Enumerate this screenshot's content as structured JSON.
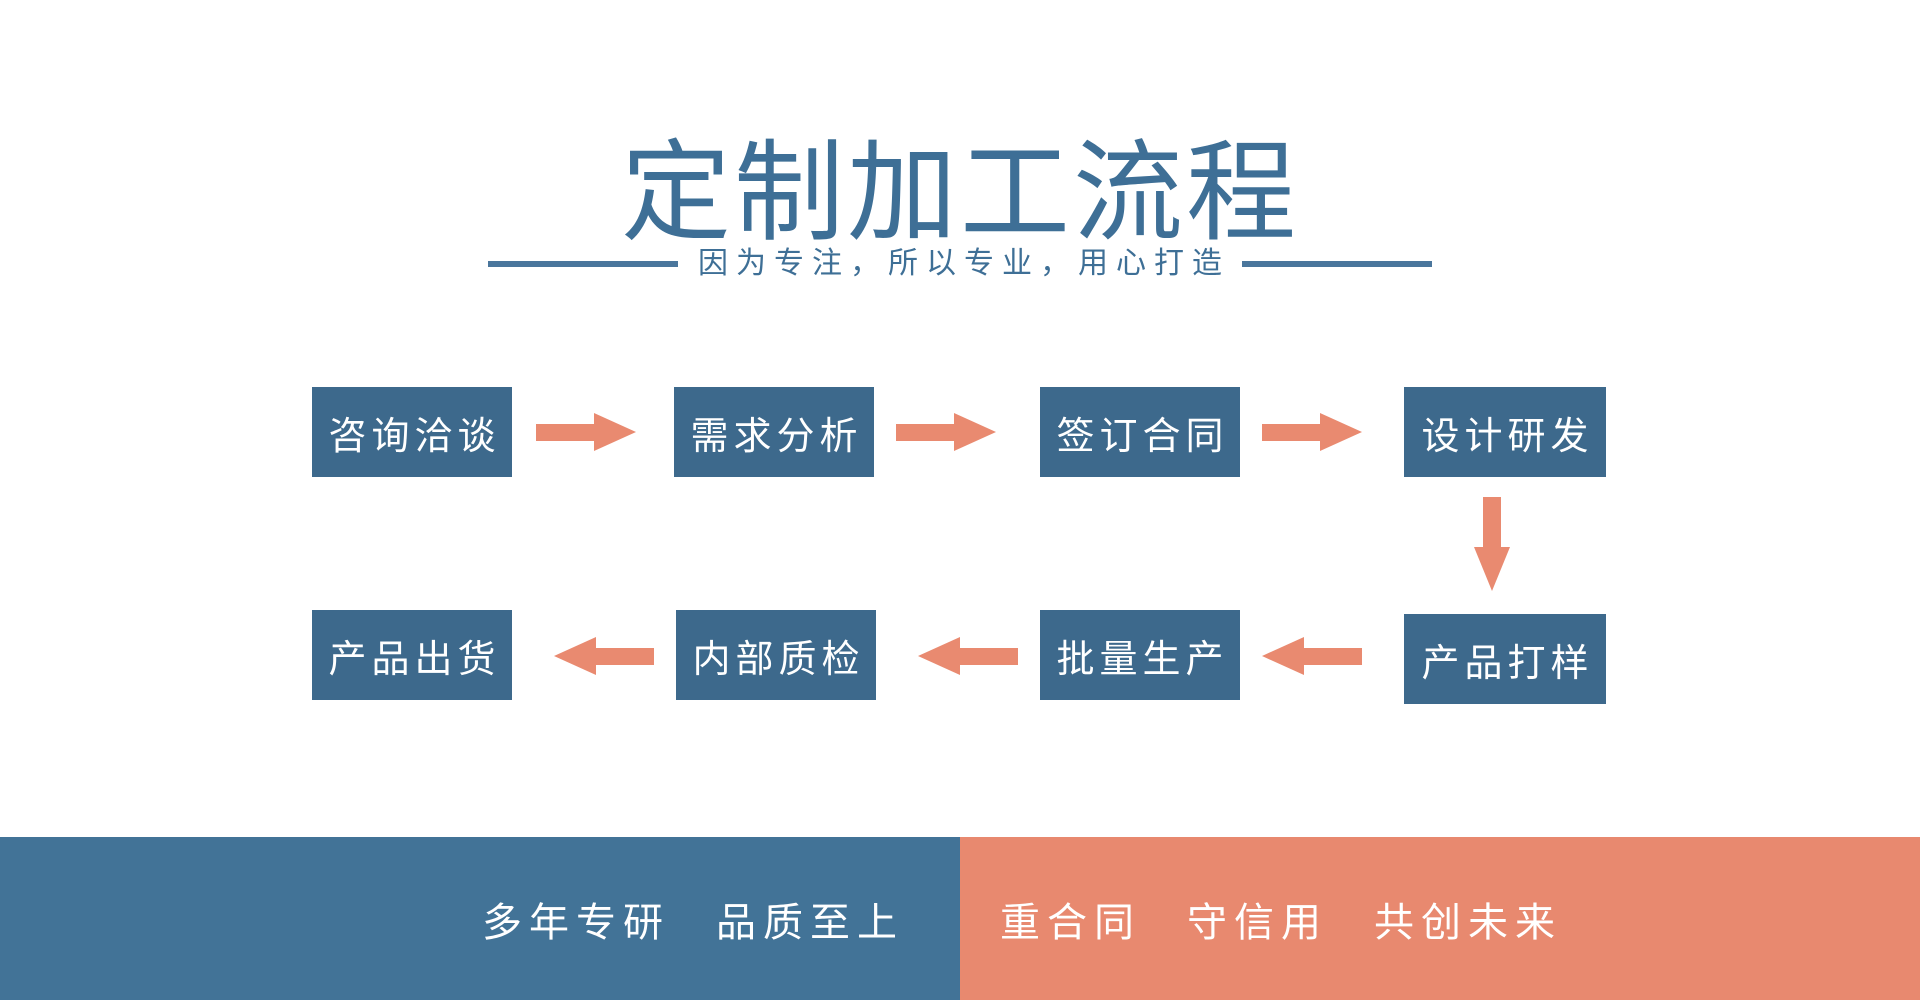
{
  "header": {
    "title": "定制加工流程",
    "subtitle": "因为专注，所以专业，用心打造"
  },
  "flow": {
    "steps": [
      {
        "id": "consultation",
        "label": "咨询洽谈"
      },
      {
        "id": "requirements",
        "label": "需求分析"
      },
      {
        "id": "contract",
        "label": "签订合同"
      },
      {
        "id": "design",
        "label": "设计研发"
      },
      {
        "id": "sampling",
        "label": "产品打样"
      },
      {
        "id": "production",
        "label": "批量生产"
      },
      {
        "id": "qc",
        "label": "内部质检"
      },
      {
        "id": "shipping",
        "label": "产品出货"
      }
    ],
    "connector_icons": [
      "arrow-right-icon",
      "arrow-down-icon",
      "arrow-left-icon"
    ]
  },
  "footer": {
    "left": {
      "phrases": [
        "多年专研",
        "品质至上"
      ]
    },
    "right": {
      "phrases": [
        "重合同",
        "守信用",
        "共创未来"
      ]
    }
  },
  "colors": {
    "title_blue": "#3e6f96",
    "divider_blue": "#4a769c",
    "box_blue": "#3d698c",
    "footer_blue": "#427397",
    "arrow_orange": "#e98a70",
    "footer_orange": "#e8896f",
    "text_white": "#ffffff",
    "background": "#ffffff"
  }
}
